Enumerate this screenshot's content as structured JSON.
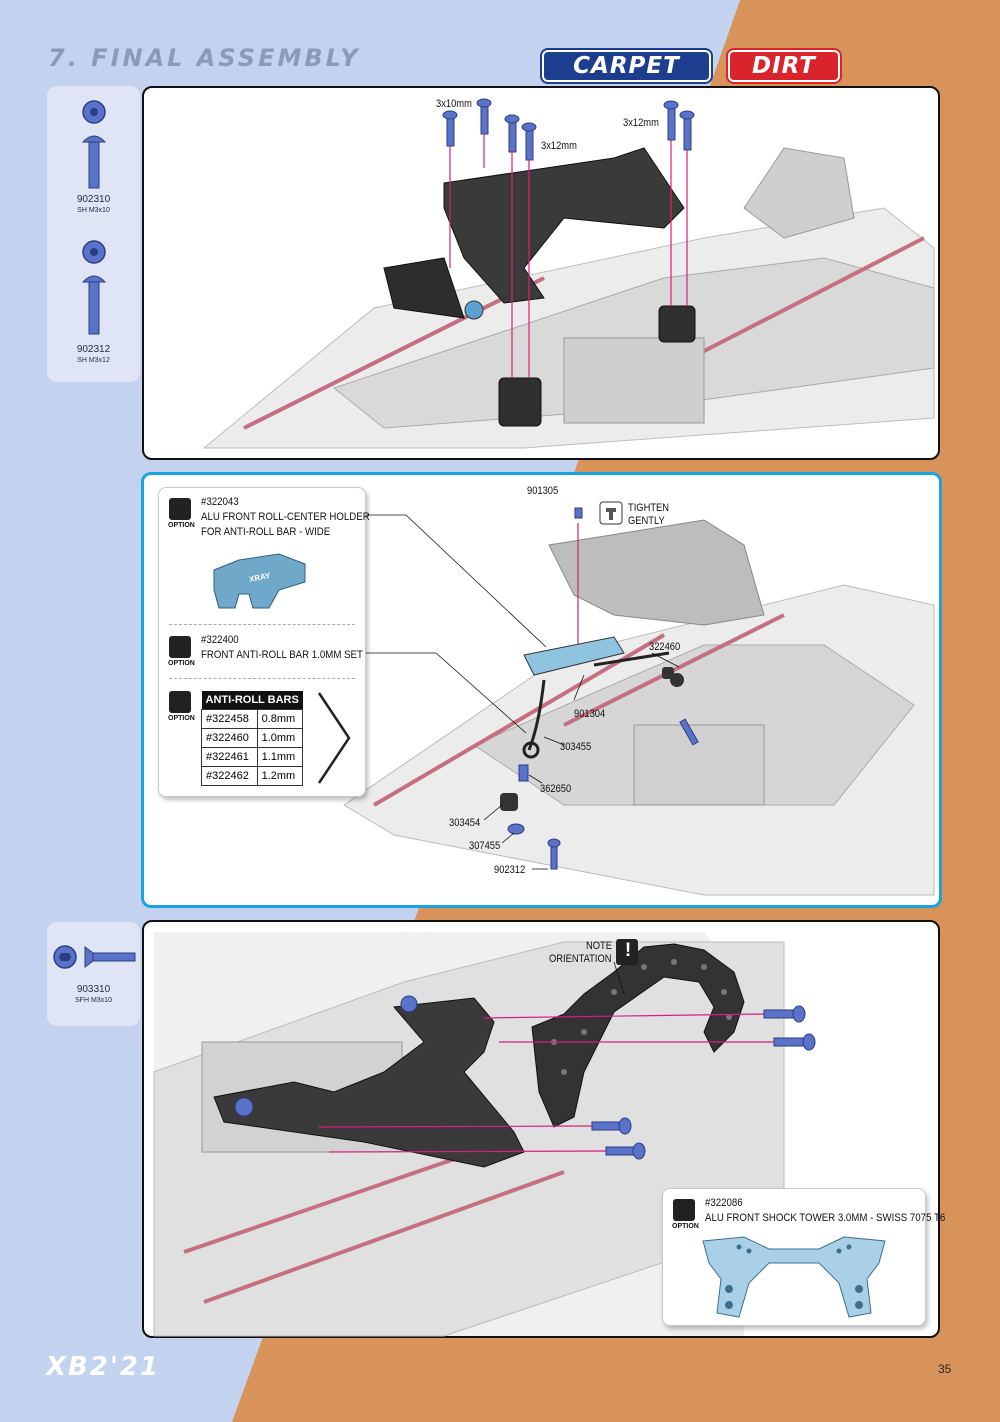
{
  "header": {
    "title": "7. FINAL ASSEMBLY",
    "badge_carpet": "CARPET",
    "badge_dirt": "DIRT"
  },
  "colors": {
    "bg_blue": "#c3d2ee",
    "bg_orange": "#d8935a",
    "carpet": "#1d3d8f",
    "dirt": "#d8242a",
    "panel_blue_border": "#17a4df",
    "guide_line": "#d6207a",
    "part_blue": "#5a72c8"
  },
  "sidebar1": {
    "parts": [
      {
        "code": "902310",
        "desc": "SH M3x10"
      },
      {
        "code": "902312",
        "desc": "SH M3x12"
      }
    ]
  },
  "step1": {
    "labels": [
      "3x10mm",
      "3x12mm",
      "3x12mm"
    ]
  },
  "step2": {
    "labels": {
      "p901305": "901305",
      "tighten": "TIGHTEN",
      "gently": "GENTLY",
      "p322460": "322460",
      "p901304": "901304",
      "p303455": "303455",
      "p362650": "362650",
      "p303454": "303454",
      "p307455": "307455",
      "p902312": "902312"
    },
    "option1": {
      "code": "#322043",
      "line1": "ALU FRONT ROLL-CENTER HOLDER",
      "line2": "FOR ANTI-ROLL BAR - WIDE",
      "logo": "XRAY"
    },
    "option2": {
      "code": "#322400",
      "line1": "FRONT ANTI-ROLL BAR 1.0MM SET"
    },
    "option3": {
      "header": "ANTI-ROLL BARS",
      "rows": [
        [
          "#322458",
          "0.8mm"
        ],
        [
          "#322460",
          "1.0mm"
        ],
        [
          "#322461",
          "1.1mm"
        ],
        [
          "#322462",
          "1.2mm"
        ]
      ]
    },
    "option_label": "OPTION"
  },
  "sidebar3": {
    "parts": [
      {
        "code": "903310",
        "desc": "SFH M3x10"
      }
    ]
  },
  "step3": {
    "note_line1": "NOTE",
    "note_line2": "ORIENTATION",
    "note_mark": "!",
    "option": {
      "code": "#322086",
      "line1": "ALU FRONT SHOCK TOWER 3.0MM - SWISS 7075 T6"
    },
    "option_label": "OPTION"
  },
  "footer": {
    "model": "XB2'21",
    "page": "35"
  }
}
